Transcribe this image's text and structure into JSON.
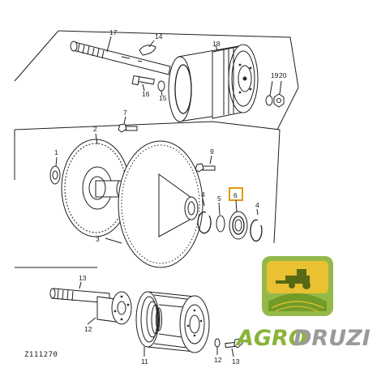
{
  "diagram": {
    "callouts": {
      "c1": "1",
      "c2": "2",
      "c3": "3",
      "c4a": "4",
      "c4b": "4",
      "c5": "5",
      "c6": "6",
      "c7": "7",
      "c9": "9",
      "c11": "11",
      "c12": "12",
      "c13": "13",
      "c14": "14",
      "c15": "15",
      "c16": "16",
      "c17": "17",
      "c18": "18",
      "c19": "19",
      "c20": "20"
    },
    "drawing_code": "Z111270"
  },
  "watermark": {
    "brand_part1": "AGRO",
    "brand_part2": "DRUZI",
    "colors": {
      "green": "#8cb33a",
      "gray": "#9a9a9a",
      "yellow": "#f2c230"
    }
  }
}
